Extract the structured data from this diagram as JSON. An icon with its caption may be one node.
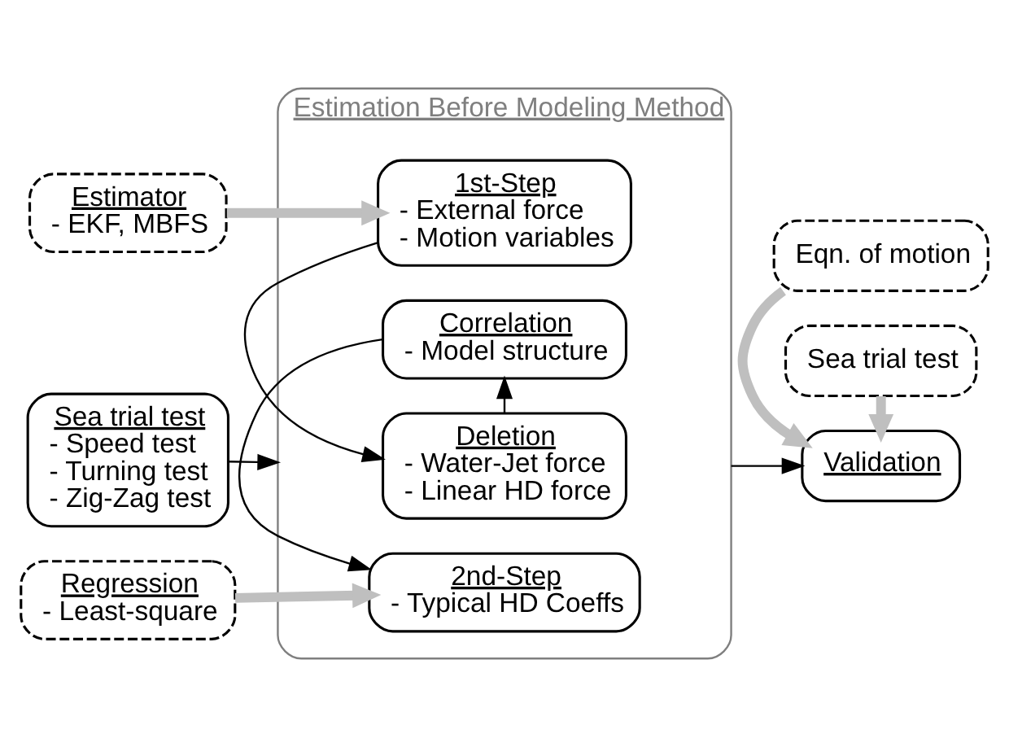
{
  "diagram": {
    "nodes": [
      {
        "text": [
          "Estimation Before Modeling Method"
        ]
      },
      {
        "text": [
          "1st-Step",
          "- External force",
          "- Motion variables"
        ],
        "in": 0
      },
      {
        "text": [
          "Deletion",
          "- Water-Jet force",
          "- Linear HD force"
        ],
        "in": 0
      },
      {
        "text": [
          "Correlation",
          "- Model structure"
        ],
        "in": 0
      },
      {
        "text": [
          "2nd-Step",
          "- Typical HD Coeffs"
        ],
        "in": 0
      },
      {
        "text": [
          "Estimator",
          "- EKF, MBFS"
        ]
      },
      {
        "text": [
          "Sea trial test",
          "- Speed test",
          "- Turning test",
          "- Zig-Zag test"
        ]
      },
      {
        "text": [
          "Regression",
          "- Least-square"
        ]
      },
      {
        "text": [
          "Sea trial test"
        ]
      },
      {
        "text": [
          "Validation"
        ]
      },
      {
        "text": [
          "Eqn. of motion"
        ]
      }
    ],
    "edges": [
      {
        "from": 1,
        "to": 2,
        "arrow": "to"
      },
      {
        "from": 2,
        "to": 3,
        "arrow": "to"
      },
      {
        "from": 3,
        "to": 4,
        "arrow": "to"
      },
      {
        "from": 5,
        "to": 1,
        "arrow": "to",
        "style": "thick",
        "color": "#bfbfbf"
      },
      {
        "from": 6,
        "to": 0,
        "arrow": "to"
      },
      {
        "from": 7,
        "to": 4,
        "arrow": "to",
        "style": "thick",
        "color": "#bfbfbf"
      },
      {
        "from": 0,
        "to": 9,
        "arrow": "to"
      },
      {
        "from": 8,
        "to": 9,
        "arrow": "to",
        "style": "thick",
        "color": "#bfbfbf"
      },
      {
        "from": 10,
        "to": 9,
        "arrow": "to",
        "style": "thick",
        "color": "#bfbfbf"
      }
    ]
  }
}
